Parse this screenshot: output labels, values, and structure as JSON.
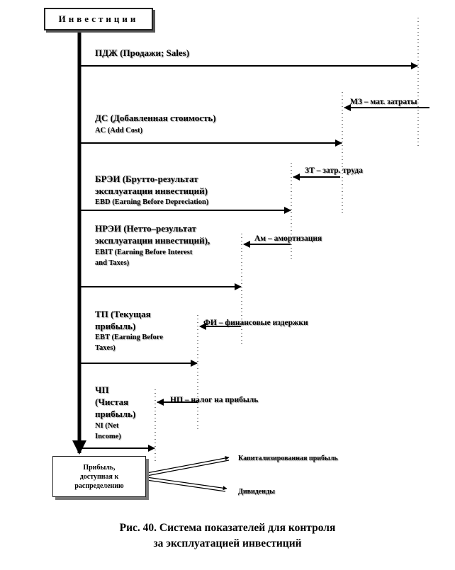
{
  "top_box": {
    "text": "Инвестиции"
  },
  "blocks": [
    {
      "main": "ПДЖ (Продажи; Sales)",
      "eng": ""
    },
    {
      "main": "ДС (Добавленная стоимость)",
      "eng": "AC (Add Cost)"
    },
    {
      "main": "БРЭИ (Брутто-результат\nэксплуатации инвестиций)",
      "eng": "EBD (Earning Before Depreciation)"
    },
    {
      "main": "НРЭИ (Нетто–результат\nэксплуатации инвестиций),",
      "eng": "EBIT (Earning Before Interest\nand Taxes)"
    },
    {
      "main": "ТП (Текущая\nприбыль)",
      "eng": "EBT (Earning Before\nTaxes)"
    },
    {
      "main": "ЧП\n(Чистая\nприбыль)",
      "eng": "NI (Net\nIncome)"
    }
  ],
  "deductions": [
    {
      "label": "МЗ – мат. затраты"
    },
    {
      "label": "ЗТ – затр. труда"
    },
    {
      "label": "Ам – амортизация"
    },
    {
      "label": "ФИ – финансовые издержки"
    },
    {
      "label": "НП – налог на прибыль"
    }
  ],
  "bottom_box": {
    "text": "Прибыль,\nдоступная к\nраспределению"
  },
  "outputs": [
    {
      "label": "Капитализированная прибыль"
    },
    {
      "label": "Дивиденды"
    }
  ],
  "caption": {
    "line1": "Рис. 40. Система показателей для контроля",
    "line2": "за эксплуатацией инвестиций"
  }
}
